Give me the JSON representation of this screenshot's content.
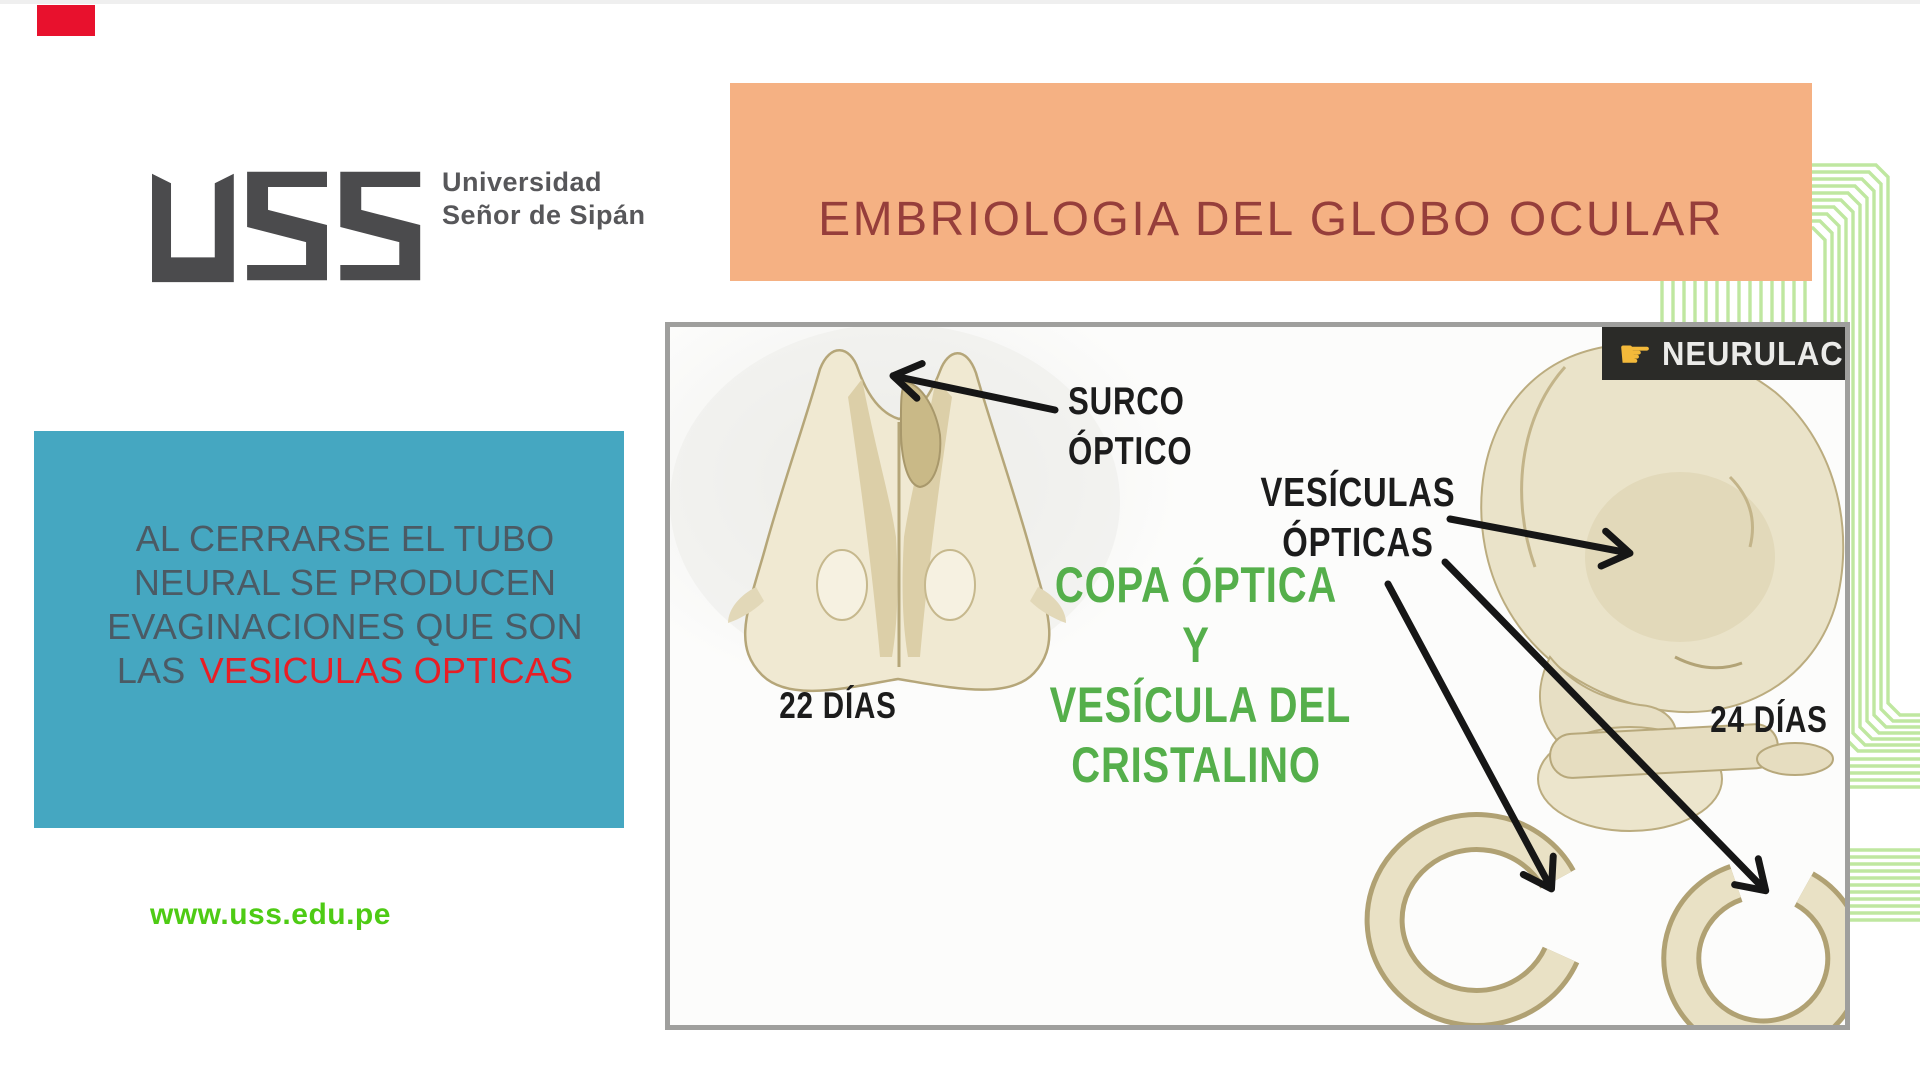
{
  "slide": {
    "logo": {
      "acronym": "USS",
      "name_line1": "Universidad",
      "name_line2": "Señor de Sipán"
    },
    "title_banner": {
      "title": "EMBRIOLOGIA DEL GLOBO OCULAR"
    },
    "description_box": {
      "line1": "AL CERRARSE EL TUBO",
      "line2": "NEURAL SE PRODUCEN",
      "line3": "EVAGINACIONES QUE SON",
      "line4_prefix": "LAS",
      "line4_highlight": "VESICULAS OPTICAS"
    },
    "website": "www.uss.edu.pe",
    "diagram": {
      "badge": {
        "icon": "pointing-hand-icon",
        "label": "NEURULAC"
      },
      "labels": {
        "surco_line1": "SURCO",
        "surco_line2": "ÓPTICO",
        "vesiculas_line1": "VESÍCULAS",
        "vesiculas_line2": "ÓPTICAS",
        "copa_line1": "COPA ÓPTICA",
        "copa_line2": "Y",
        "copa_line3": "VESÍCULA DEL",
        "copa_line4": "CRISTALINO",
        "age_left": "22 DÍAS",
        "age_right": "24 DÍAS"
      }
    },
    "colors": {
      "banner_bg": "#f5b183",
      "title_text": "#963e3b",
      "description_bg": "#45a7c1",
      "description_text": "#4b5a64",
      "highlight_red": "#e81e25",
      "website_green": "#4ecb14",
      "diagram_green": "#55af4b",
      "pattern_green": "#bfe7a0",
      "badge_bg": "#2b2b28",
      "badge_hand": "#f3b93a",
      "logo_gray": "#4b4b4d",
      "frame_border": "#9f9f9d",
      "illustration_beige": "#eae2c8",
      "corner_mark_red": "#e8112d"
    }
  }
}
